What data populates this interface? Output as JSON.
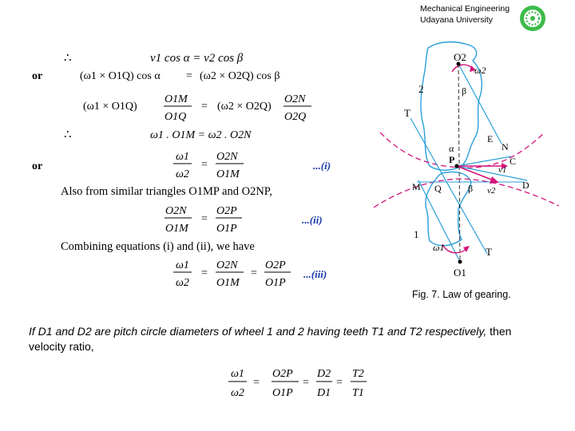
{
  "header": {
    "line1": "Mechanical Engineering",
    "line2": "Udayana University"
  },
  "logo_icon": "university-emblem-icon",
  "colors": {
    "accent": "#3dbb4a",
    "magenta": "#d4147a",
    "cyan": "#2a9fd8",
    "blue_label": "#1a3aa8"
  },
  "derivation": {
    "therefore": "∴",
    "or": "or",
    "line1_lhs": "v1 cos α = v2 cos β",
    "line2_lhs": "(ω1 × O1Q) cos α",
    "line2_rhs": "(ω2 × O2Q) cos β",
    "line3_lhs": "(ω1 × O1Q)",
    "line3_frac1_num": "O1M",
    "line3_frac1_den": "O1Q",
    "line3_rhs": "(ω2 × O2Q)",
    "line3_frac2_num": "O2N",
    "line3_frac2_den": "O2Q",
    "line4": "ω1 . O1M = ω2 . O2N",
    "line5_num": "ω1",
    "line5_den": "ω2",
    "line5_rnum": "O2N",
    "line5_rden": "O1M",
    "tag_i": "...(i)",
    "similar_text": "Also from similar triangles O1MP and O2NP,",
    "line6_num": "O2N",
    "line6_den": "O1M",
    "line6_rnum": "O2P",
    "line6_rden": "O1P",
    "tag_ii": "...(ii)",
    "combining_text": "Combining equations (i) and (ii), we have",
    "line7_num": "ω1",
    "line7_den": "ω2",
    "line7_m_num": "O2N",
    "line7_m_den": "O1M",
    "line7_r_num": "O2P",
    "line7_r_den": "O1P",
    "tag_iii": "...(iii)"
  },
  "figure": {
    "labels": {
      "O2": "O2",
      "omega2": "ω2",
      "two": "2",
      "beta_top": "β",
      "T_top": "T",
      "alpha": "α",
      "E": "E",
      "N": "N",
      "P": "P",
      "v1": "v1",
      "C": "C",
      "M": "M",
      "Q": "Q",
      "beta": "β",
      "v2": "v2",
      "D": "D",
      "one": "1",
      "omega1": "ω1",
      "T_bot": "T",
      "O1": "O1"
    },
    "caption": "Fig. 7. Law of gearing."
  },
  "paragraph": {
    "part1": "If D1 and D2 are pitch circle diameters of wheel 1 and 2 having teeth T1 and T2 respectively,",
    "part2": " then velocity ratio,"
  },
  "final_equation": {
    "num1": "ω1",
    "den1": "ω2",
    "num2": "O2P",
    "den2": "O1P",
    "num3": "D2",
    "den3": "D1",
    "num4": "T2",
    "den4": "T1"
  }
}
